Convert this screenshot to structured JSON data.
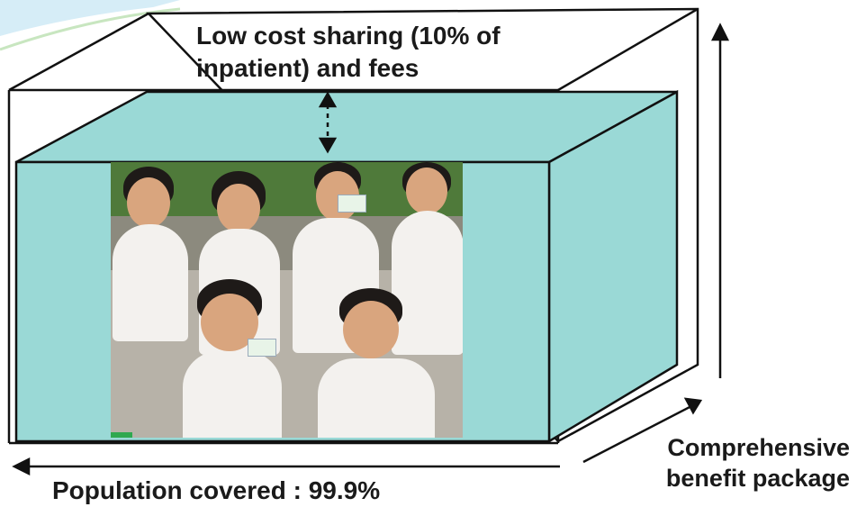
{
  "labels": {
    "top_line1": "Low cost sharing (10% of",
    "top_line2": "inpatient) and fees",
    "population": "Population covered : 99.9%",
    "benefit_line1": "Comprehensive",
    "benefit_line2": "benefit package"
  },
  "colors": {
    "box_fill": "#9ad9d6",
    "box_stroke": "#111111",
    "top_left_swoosh": "#bfe3f2"
  },
  "photo": {
    "subject": "children holding health insurance cards"
  }
}
